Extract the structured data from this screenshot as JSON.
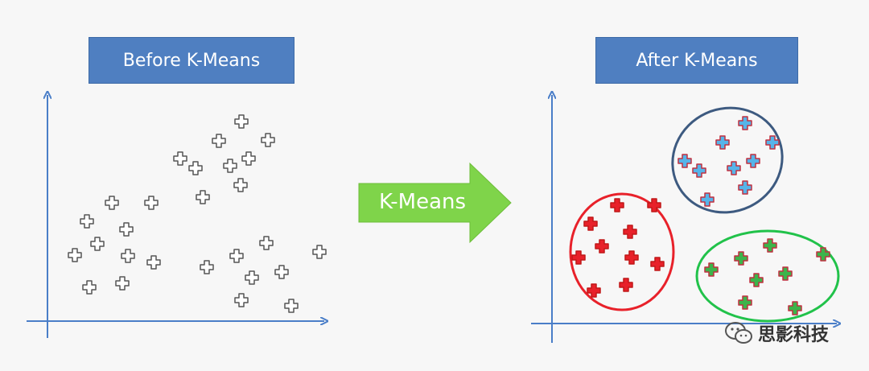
{
  "left_panel": {
    "title": "Before K-Means",
    "points": [
      [
        300,
        151
      ],
      [
        272,
        175
      ],
      [
        333,
        174
      ],
      [
        224,
        197
      ],
      [
        243,
        209
      ],
      [
        286,
        206
      ],
      [
        309,
        197
      ],
      [
        299,
        230
      ],
      [
        252,
        245
      ],
      [
        139,
        252
      ],
      [
        188,
        252
      ],
      [
        108,
        275
      ],
      [
        157,
        285
      ],
      [
        121,
        303
      ],
      [
        93,
        317
      ],
      [
        159,
        318
      ],
      [
        191,
        326
      ],
      [
        111,
        357
      ],
      [
        152,
        352
      ],
      [
        257,
        332
      ],
      [
        294,
        318
      ],
      [
        331,
        302
      ],
      [
        313,
        345
      ],
      [
        350,
        338
      ],
      [
        397,
        313
      ],
      [
        300,
        373
      ],
      [
        362,
        380
      ]
    ],
    "point_color": "#ffffff",
    "stroke_color": "#555555"
  },
  "arrow": {
    "label": "K-Means",
    "color": "#7fd44a"
  },
  "right_panel": {
    "title": "After K-Means",
    "clusters": [
      {
        "color": "#e8212a",
        "ring_color": "#e8212a",
        "points": [
          [
            767,
            255
          ],
          [
            813,
            255
          ],
          [
            734,
            278
          ],
          [
            783,
            288
          ],
          [
            748,
            306
          ],
          [
            719,
            320
          ],
          [
            785,
            320
          ],
          [
            817,
            328
          ],
          [
            738,
            361
          ],
          [
            778,
            354
          ]
        ]
      },
      {
        "color": "#56b4e9",
        "ring_color": "#3d5a80",
        "points": [
          [
            926,
            153
          ],
          [
            898,
            177
          ],
          [
            960,
            177
          ],
          [
            851,
            200
          ],
          [
            869,
            212
          ],
          [
            912,
            209
          ],
          [
            936,
            200
          ],
          [
            926,
            233
          ],
          [
            879,
            248
          ]
        ]
      },
      {
        "color": "#3cb44b",
        "ring_color": "#21c24a",
        "points": [
          [
            884,
            335
          ],
          [
            921,
            321
          ],
          [
            957,
            305
          ],
          [
            940,
            348
          ],
          [
            976,
            340
          ],
          [
            1023,
            316
          ],
          [
            926,
            376
          ],
          [
            988,
            383
          ]
        ]
      }
    ]
  },
  "watermark": {
    "text": "思影科技",
    "icon": "wechat-icon"
  },
  "colors": {
    "axis": "#4a7ec8",
    "title_bg": "#4f7fc1"
  }
}
